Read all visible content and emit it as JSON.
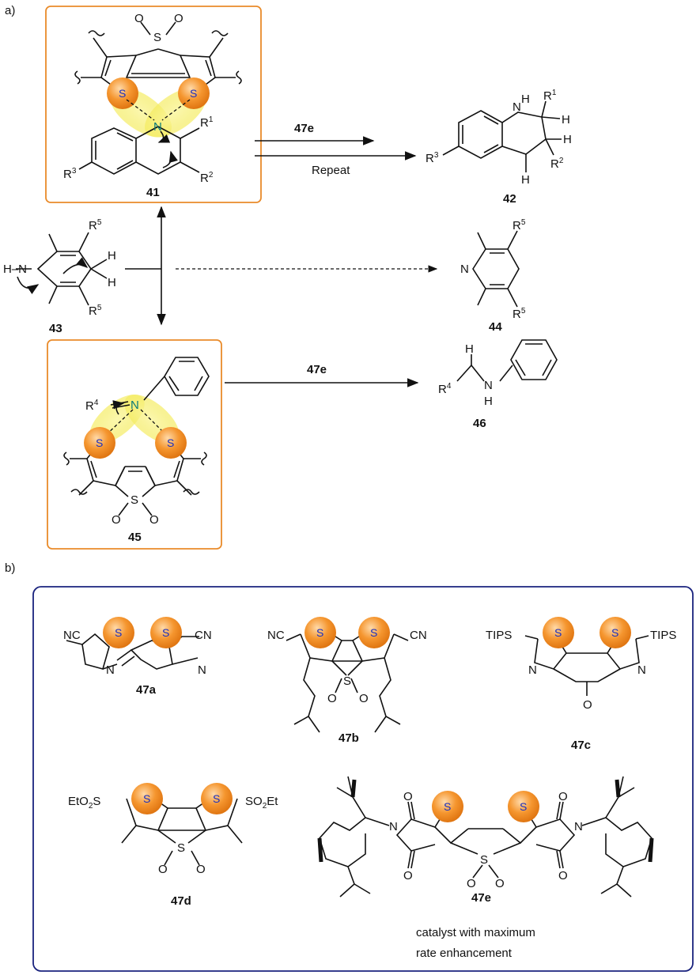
{
  "panels": {
    "a": "a)",
    "b": "b)"
  },
  "compounds": {
    "c41": "41",
    "c42": "42",
    "c43": "43",
    "c44": "44",
    "c45": "45",
    "c46": "46",
    "c47a": "47a",
    "c47b": "47b",
    "c47c": "47c",
    "c47d": "47d",
    "c47e": "47e"
  },
  "arrows": {
    "top_catalyst": "47e",
    "top_repeat": "Repeat",
    "bottom_catalyst": "47e"
  },
  "atoms": {
    "S": "S",
    "N": "N",
    "NH": "N",
    "H": "H",
    "O": "O",
    "SO2": "S",
    "HN": "H–N"
  },
  "substituents": {
    "R1": "R",
    "R2": "R",
    "R3": "R",
    "R4": "R",
    "R5": "R",
    "sup1": "1",
    "sup2": "2",
    "sup3": "3",
    "sup4": "4",
    "sup5": "5",
    "NC": "NC",
    "CN": "CN",
    "TIPS": "TIPS",
    "EtO2S": "EtO",
    "SO2Et": "SO",
    "sub2": "2",
    "Et": "Et"
  },
  "caption": {
    "line1": "catalyst with maximum",
    "line2": "rate enhancement"
  },
  "colors": {
    "box_a": "#e98b2a",
    "box_b": "#1a237e",
    "sulfur_ball": "#f28c28",
    "halo": "#f5f06a",
    "sulfur_text": "#1a2fbf",
    "nitrogen_text": "#0b7a7a"
  }
}
